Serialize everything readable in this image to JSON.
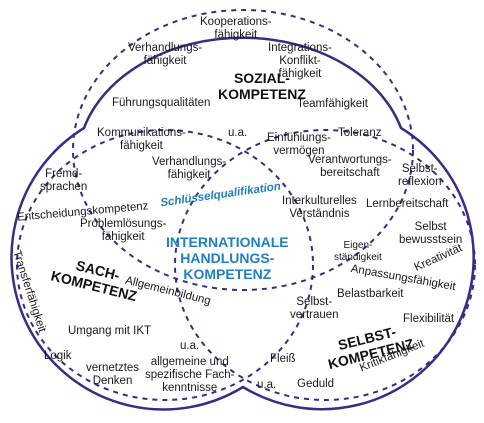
{
  "colors": {
    "outline": "#3b2a86",
    "accent": "#1f7fc0",
    "text": "#1a1a1a"
  },
  "competences": {
    "sozial": "SOZIAL-\nKOMPETENZ",
    "sach": "SACH-\nKOMPETENZ",
    "selbst": "SELBST-\nKOMPETENZ"
  },
  "center": {
    "schluessel": "Schlüsselqualifikation",
    "handlung": "INTERNATIONALE\nHANDLUNGS-\nKOMPETENZ"
  },
  "sozial_items": {
    "kooperation": "Kooperations-\nfähigkeit",
    "verhandlung": "Verhandlungs-\nfähigkeit",
    "integration": "Integrations-\nKonflikt-\nfähigkeit",
    "fuehrung": "Führungsqualitäten",
    "team": "Teamfähigkeit"
  },
  "overlap_items": {
    "ua_top": "u.a.",
    "kommunikation": "Kommunikations-\nfähigkeit",
    "verhandlung2": "Verhandlungs-\nfähigkeit",
    "einfuehlung": "Einfühlungs-\nvermögen",
    "toleranz": "Toleranz",
    "verantwortung": "Verantwortungs-\nbereitschaft",
    "interkulturell": "Interkulturelles\nVerständnis",
    "problemloesung": "Problemlösungs-\nfähigkeit",
    "allgemeinbildung": "Allgemeinbildung",
    "ua_mid": "u.a.",
    "selbstvertrauen": "Selbst-\nvertrauen",
    "fleiss": "Fleiß",
    "ua_bottom": "u.a."
  },
  "sach_items": {
    "fremdsprachen": "Fremd-\nsprachen",
    "entscheidung": "Entscheidungskompetenz",
    "transfer": "Transferfähigkeit",
    "iKT": "Umgang mit IKT",
    "logik": "Logik",
    "vernetztes": "vernetztes\nDenken",
    "fachkenntnisse": "allgemeine und\nspezifische Fach-\nkenntnisse"
  },
  "selbst_items": {
    "reflexion": "Selbst-\nreflexion",
    "lernbereitschaft": "Lernbereitschaft",
    "bewusstsein": "Selbst\nbewusstsein",
    "eigenstaendigkeit": "Eigen-\nständigkeit",
    "kreativitaet": "Kreativität",
    "anpassung": "Anpassungsfähigkeit",
    "belastbarkeit": "Belastbarkeit",
    "flexibilitaet": "Flexibilität",
    "geduld": "Geduld",
    "kritik": "Kritikfähigkeit"
  }
}
